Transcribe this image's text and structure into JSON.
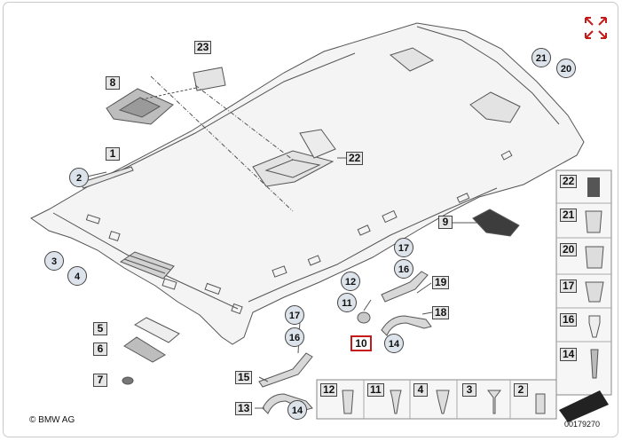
{
  "copyright": "© BMW AG",
  "diagram_id": "00179270",
  "zoom_icon": "expand-arrows-icon",
  "accent_color": "#c41a1a",
  "highlighted_part": "10",
  "callouts": {
    "c23": "23",
    "c8": "8",
    "c1": "1",
    "c2": "2",
    "c22": "22",
    "c21": "21",
    "c20": "20",
    "c9": "9",
    "c3": "3",
    "c4": "4",
    "c17a": "17",
    "c16a": "16",
    "c19": "19",
    "c12": "12",
    "c11": "11",
    "c18": "18",
    "c10": "10",
    "c14a": "14",
    "c5": "5",
    "c6": "6",
    "c7": "7",
    "c17b": "17",
    "c16b": "16",
    "c15": "15",
    "c13": "13",
    "c14b": "14"
  },
  "side_legend": [
    "22",
    "21",
    "20",
    "17",
    "16",
    "14"
  ],
  "bottom_legend": [
    "12",
    "11",
    "4",
    "3",
    "2"
  ]
}
